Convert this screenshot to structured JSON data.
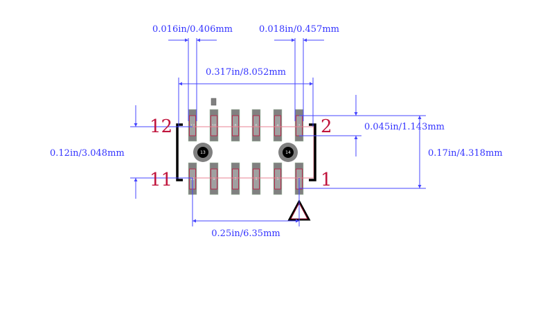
{
  "dimensions": {
    "pad_width": "0.016in/0.406mm",
    "pad_gap": "0.018in/0.457mm",
    "body_width": "0.317in/8.052mm",
    "pad_length": "0.045in/1.143mm",
    "row_pitch": "0.12in/3.048mm",
    "overall_height": "0.17in/4.318mm",
    "row_span": "0.25in/6.35mm"
  },
  "pin_labels": {
    "top_left": "12",
    "top_right": "2",
    "bottom_left": "11",
    "bottom_right": "1"
  },
  "top_pads": [
    "12",
    "10",
    "8",
    "6",
    "4",
    "2"
  ],
  "bottom_pads": [
    "11",
    "9",
    "7",
    "5",
    "3",
    "1"
  ],
  "holes": [
    "13",
    "14"
  ],
  "colors": {
    "dimension": "#3333ff",
    "pin": "#c0143c",
    "pad": "#808080",
    "outline": "#000000"
  }
}
